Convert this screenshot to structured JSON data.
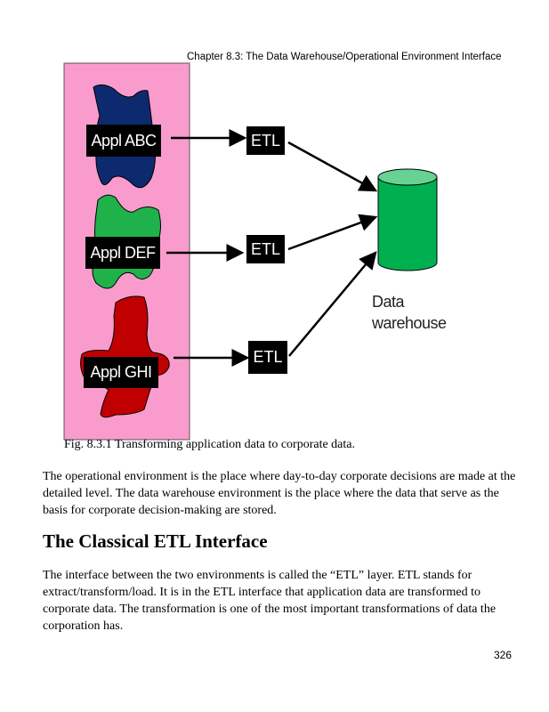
{
  "header": "Chapter 8.3: The Data Warehouse/Operational Environment Interface",
  "figure": {
    "apps": [
      "Appl ABC",
      "Appl DEF",
      "Appl GHI"
    ],
    "etl": [
      "ETL",
      "ETL",
      "ETL"
    ],
    "warehouse_label": "Data warehouse",
    "caption": "Fig. 8.3.1 Transforming application data to corporate data."
  },
  "paragraph1": "The operational environment is the place where day-to-day corporate decisions are made at the detailed level. The data warehouse environment is the place where the data that serve as the basis for corporate decision-making are stored.",
  "heading": "The Classical ETL Interface",
  "paragraph2": "The interface between the two environments is called the “ETL” layer. ETL stands for extract/transform/load. It is in the ETL interface that application data are transformed to corporate data. The transformation is one of the most important transformations of data the corporation has.",
  "page_number": "326"
}
